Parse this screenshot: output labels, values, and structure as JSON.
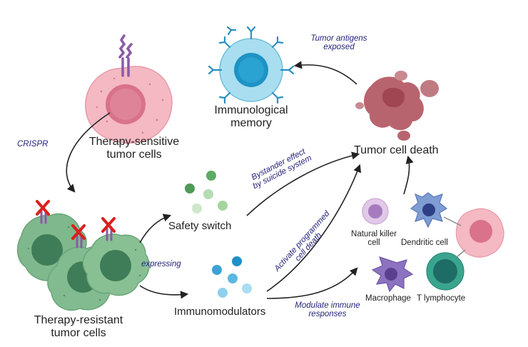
{
  "labels": {
    "therapy_sensitive": [
      "Therapy-sensitive",
      "tumor cells"
    ],
    "therapy_resistant": [
      "Therapy-resistant",
      "tumor cells"
    ],
    "immunological_memory": [
      "Immunological",
      "memory"
    ],
    "tumor_cell_death": "Tumor cell death",
    "safety_switch": "Safety switch",
    "immunomodulators": "Immunomodulators",
    "natural_killer": [
      "Natural killer",
      "cell"
    ],
    "dendritic_cell": "Dendritic cell",
    "macrophage": "Macrophage",
    "t_lymphocyte": "T lymphocyte"
  },
  "annotations": {
    "crispr": "CRISPR",
    "tumor_antigens": [
      "Tumor antigens",
      "exposed"
    ],
    "bystander": [
      "Bystander effect",
      "by suicide system"
    ],
    "expressing": "expressing",
    "activate": [
      "Activate programmed",
      "cell death"
    ],
    "modulate": [
      "Modulate immune",
      "responses"
    ]
  },
  "colors": {
    "sensitive_cell": "#f2b6c0",
    "resistant_cell": "#7fb88c",
    "memory_cell": "#8fd0ea",
    "dead_cell": "#b86c74",
    "receptor": "#8a5aa6",
    "knockout_x": "#d9201e",
    "annotation_text": "#25247a",
    "arrow": "#222222"
  },
  "icons": [
    "knockout-x-icon",
    "receptor-icon",
    "antibody-icon",
    "arrow-icon"
  ]
}
